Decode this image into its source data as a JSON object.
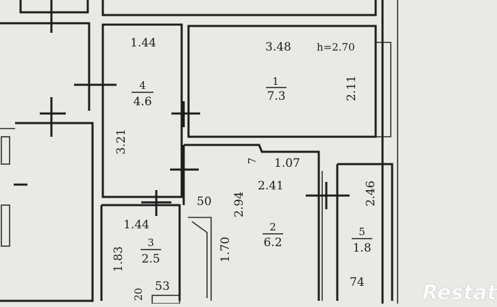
{
  "plan": {
    "ceiling_height": "h=2.70",
    "rooms": [
      {
        "number": "1",
        "area": "7.3",
        "dims": [
          "3.48",
          "2.11"
        ]
      },
      {
        "number": "2",
        "area": "6.2",
        "dims": [
          "2.41",
          "2.94",
          "1.07",
          "1.70",
          "50",
          "7"
        ]
      },
      {
        "number": "3",
        "area": "2.5",
        "dims": [
          "1.44",
          "1.83",
          "20",
          "53"
        ]
      },
      {
        "number": "4",
        "area": "4.6",
        "dims": [
          "1.44",
          "3.21"
        ]
      },
      {
        "number": "5",
        "area": "1.8",
        "dims": [
          "2.46",
          "74"
        ]
      }
    ]
  },
  "watermark": "Restate"
}
